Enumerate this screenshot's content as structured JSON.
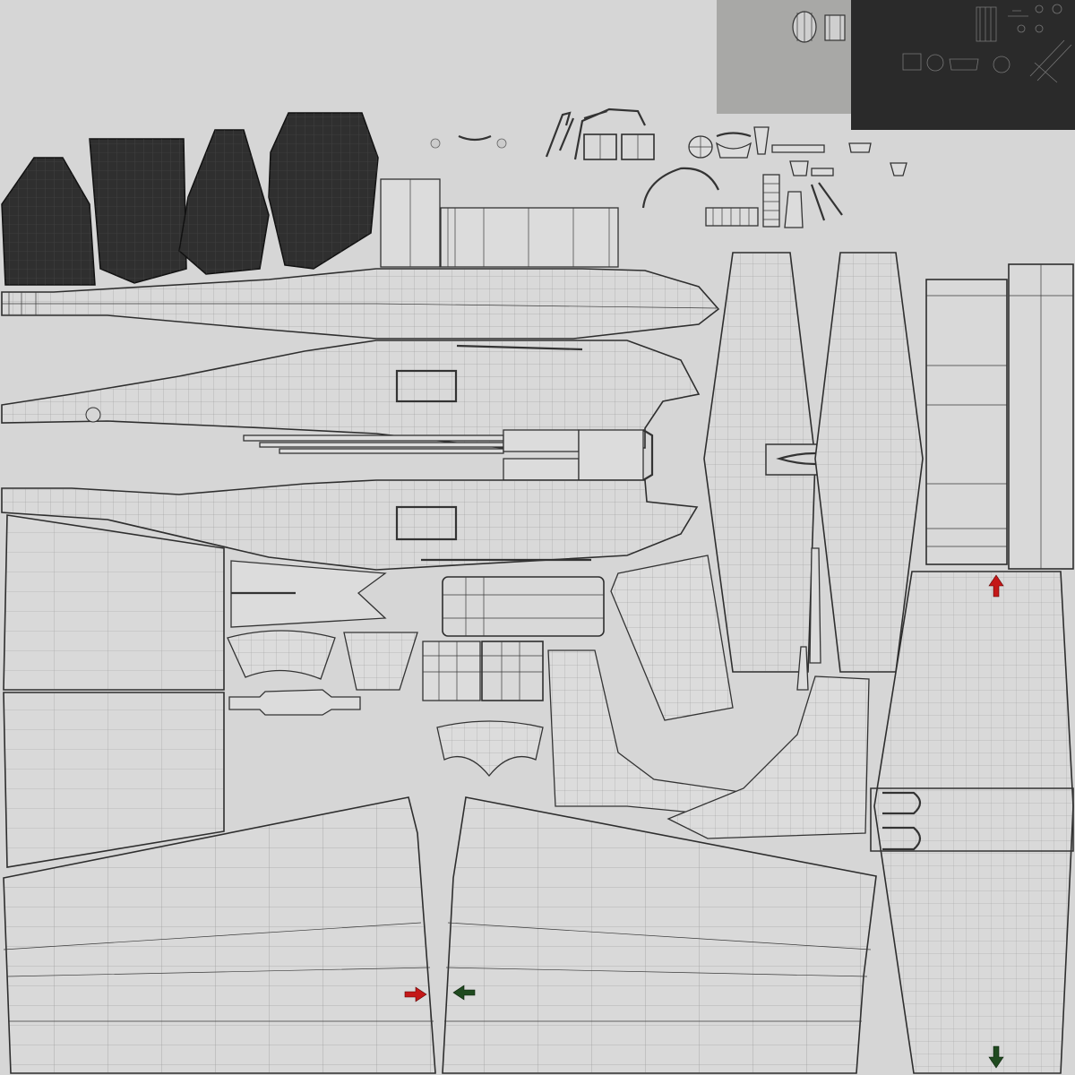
{
  "sheet": {
    "background": "#d6d6d6",
    "line_color": "#333333",
    "dark_part_color": "#2f2f2f",
    "swatch_gray": "#a8a8a6",
    "swatch_black": "#2a2a2a"
  },
  "markers": {
    "arrow_red_color": "#c41818",
    "arrow_green_color": "#1f4a1f",
    "items": [
      {
        "name": "arrow-up-red-icon",
        "color": "red"
      },
      {
        "name": "arrow-down-green-icon",
        "color": "green"
      },
      {
        "name": "arrow-right-red-icon",
        "color": "red"
      },
      {
        "name": "arrow-left-green-icon",
        "color": "green"
      }
    ]
  }
}
